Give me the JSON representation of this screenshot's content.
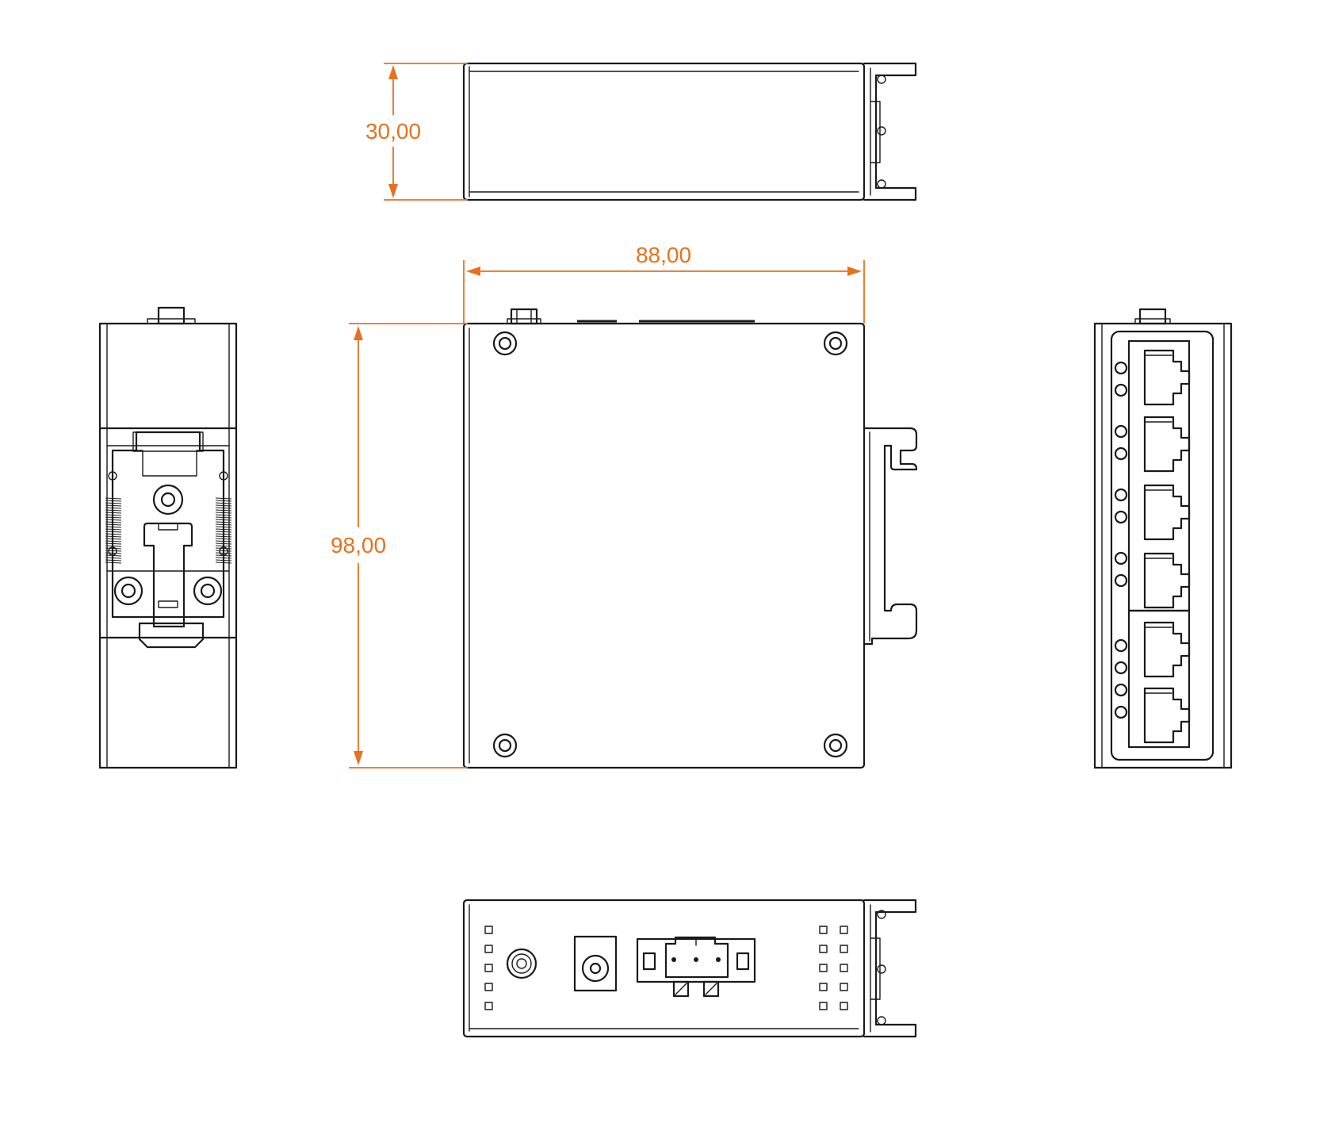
{
  "dimensions": {
    "height": "30,00",
    "width": "88,00",
    "depth": "98,00"
  },
  "colors": {
    "line": "#1a1a1a",
    "dimension": "#e8711f",
    "background": "#ffffff"
  },
  "front_panel": {
    "rj45_port_count": 6,
    "led_count": 12
  }
}
